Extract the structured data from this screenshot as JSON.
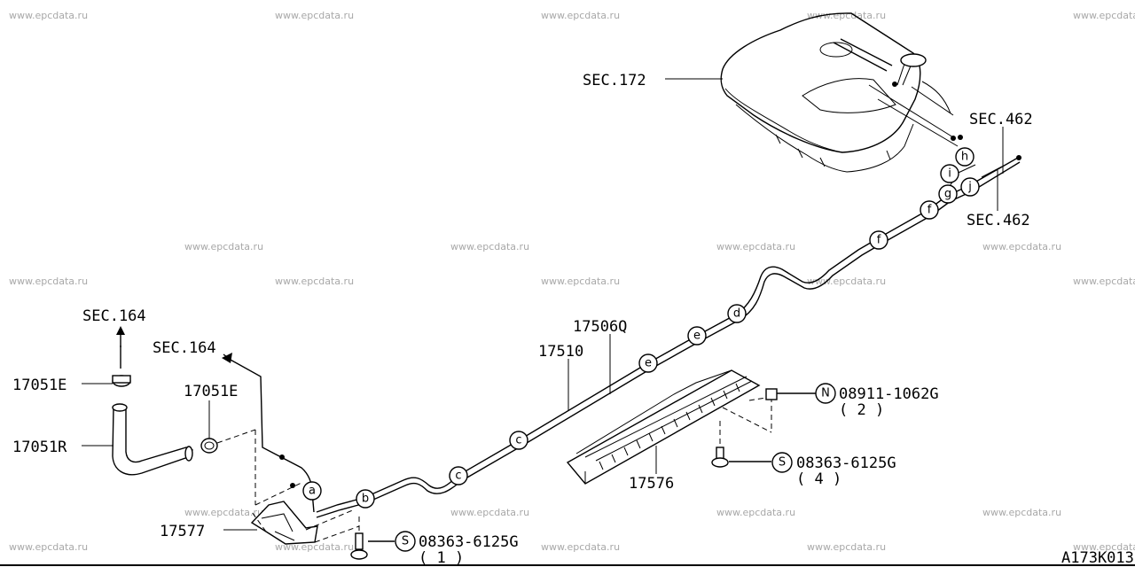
{
  "watermark": "www.epcdata.ru",
  "drawing_code": "A173K013",
  "section_refs": {
    "tank": "SEC.172",
    "sec462_top": "SEC.462",
    "sec462_bottom": "SEC.462",
    "sec164_left": "SEC.164",
    "sec164_mid": "SEC.164"
  },
  "parts": {
    "clamp_e_left": "17051E",
    "hose_r": "17051R",
    "clamp_e_mid": "17051E",
    "bracket_577": "17577",
    "tube_506q": "17506Q",
    "tube_510": "17510",
    "protector_576": "17576"
  },
  "fasteners": {
    "bolt_bottom": {
      "prefix": "S",
      "code": "08363-6125G",
      "qty": "( 1 )"
    },
    "bolt_right": {
      "prefix": "S",
      "code": "08363-6125G",
      "qty": "( 4 )"
    },
    "nut_right": {
      "prefix": "N",
      "code": "08911-1062G",
      "qty": "( 2 )"
    }
  },
  "clip_letters": [
    "a",
    "b",
    "c",
    "c",
    "e",
    "e",
    "d",
    "f",
    "f",
    "g",
    "i",
    "h",
    "j"
  ]
}
